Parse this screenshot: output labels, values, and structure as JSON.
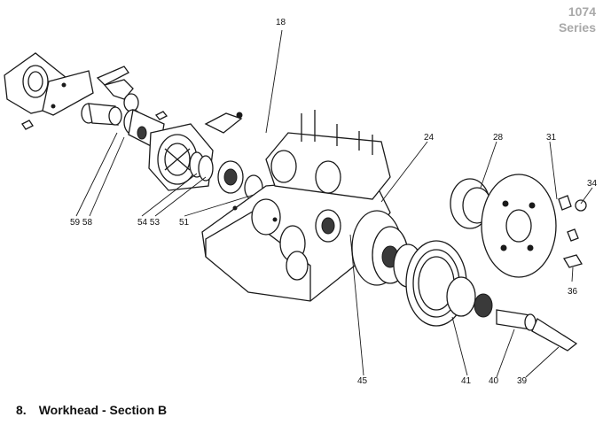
{
  "header": {
    "model": "1074",
    "series": "Series"
  },
  "caption": {
    "number": "8.",
    "title": "Workhead - Section B"
  },
  "part_labels": {
    "p18": "18",
    "p24": "24",
    "p28": "28",
    "p31": "31",
    "p34": "34",
    "p36": "36",
    "p39": "39",
    "p40": "40",
    "p41": "41",
    "p45": "45",
    "p51": "51",
    "p5453": "54 53",
    "p5958": "59 58"
  }
}
